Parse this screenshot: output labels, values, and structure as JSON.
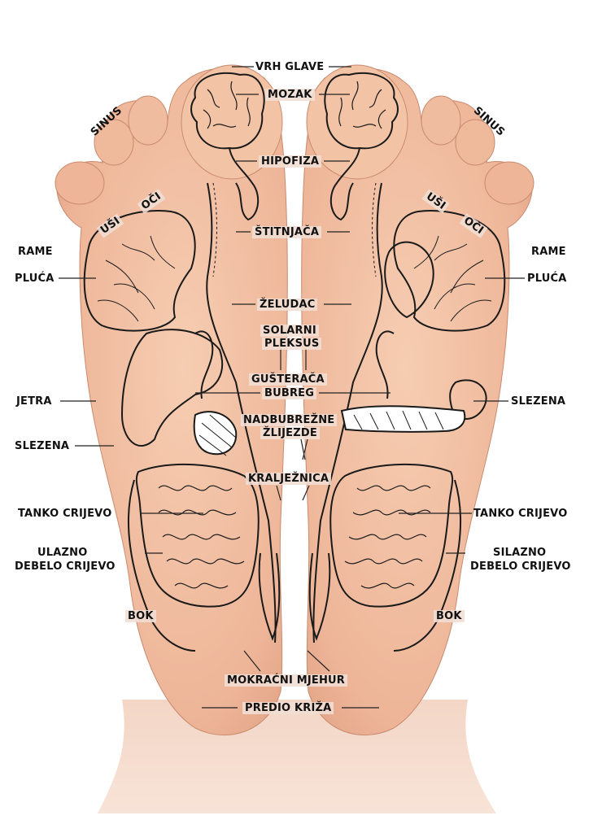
{
  "colors": {
    "skin": "#f0c1a4",
    "skin_shadow": "#d99a7c",
    "outline": "#1a1a1a",
    "label_plate": "#f0ded4",
    "background": "#ffffff"
  },
  "labels": {
    "vrh_glave": "VRH GLAVE",
    "mozak": "MOZAK",
    "hipofiza": "HIPOFIZA",
    "stitnjaca": "ŠTITNJAČA",
    "zeludac": "ŽELUDAC",
    "solarni": "SOLARNI",
    "pleksus": "PLEKSUS",
    "gusteraca": "GUŠTERAČA",
    "bubreg": "BUBREG",
    "nadbubrezne": "NADBUBREŽNE",
    "zlijezde": "ŽLIJEZDE",
    "kraljeznica": "KRALJEŽNICA",
    "mokracni_mjehur": "MOKRAĆNI MJEHUR",
    "predio_kriza": "PREDIO KRIŽA",
    "left": {
      "sinus": "SINUS",
      "usi": "UŠI",
      "oci": "OČI",
      "rame": "RAME",
      "pluca": "PLUĆA",
      "jetra": "JETRA",
      "slezena": "SLEZENA",
      "tanko_crijevo": "TANKO CRIJEVO",
      "ulazno": "ULAZNO",
      "debelo_crijevo": "DEBELO CRIJEVO",
      "bok": "BOK"
    },
    "right": {
      "sinus": "SINUS",
      "usi": "UŠI",
      "oci": "OČI",
      "rame": "RAME",
      "pluca": "PLUĆA",
      "slezena": "SLEZENA",
      "tanko_crijevo": "TANKO CRIJEVO",
      "silazno": "SILAZNO",
      "debelo_crijevo": "DEBELO CRIJEVO",
      "bok": "BOK"
    }
  }
}
